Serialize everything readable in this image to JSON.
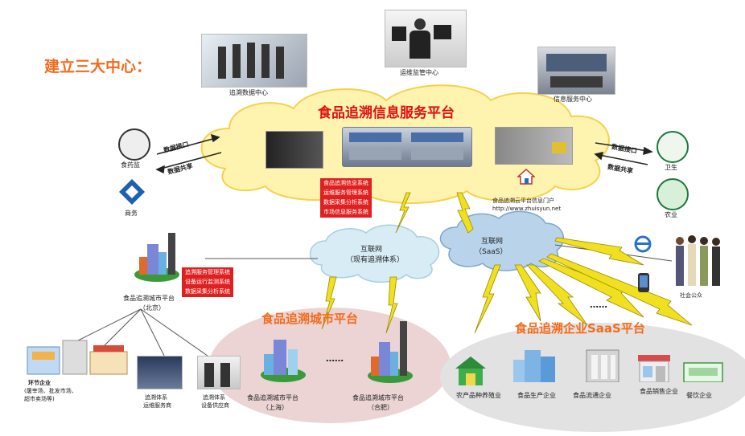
{
  "header": {
    "title": "建立三大中心："
  },
  "centers": {
    "data_center": "追溯数据中心",
    "ops_center": "运维监管中心",
    "info_center": "信息服务中心"
  },
  "platform": {
    "title": "食品追溯信息服务平台",
    "systems": [
      "食品追溯信息系统",
      "运维服务管理系统",
      "数据采集分析系统",
      "市场信息服务系统"
    ],
    "portal": "食品追溯云平台信息门户",
    "portal_url": "http://www.zhuisyun.net"
  },
  "left_side": {
    "agency_top": "食药监",
    "agency_bottom": "商务",
    "arrow_in": "数据接口",
    "arrow_out": "数据共享"
  },
  "right_side": {
    "agency_top": "卫生",
    "agency_bottom": "农业",
    "arrow_in": "数据接口",
    "arrow_out": "数据共享"
  },
  "internet_left": {
    "title": "互联网",
    "subtitle": "（现有追溯体系）"
  },
  "internet_right": {
    "title": "互联网",
    "subtitle": "（SaaS）"
  },
  "beijing": {
    "systems": [
      "追溯服务管理系统",
      "设备运行监测系统",
      "数据采集分析系统"
    ],
    "label": "食品追溯城市平台",
    "city": "（北京）"
  },
  "city_platform": {
    "title": "食品追溯城市平台",
    "shanghai_label": "食品追溯城市平台",
    "shanghai_city": "（上海）",
    "hefei_label": "食品追溯城市平台",
    "hefei_city": "（合肥）",
    "ellipsis": "……"
  },
  "saas_platform": {
    "title": "食品追溯企业SaaS平台",
    "ellipsis": "……",
    "enterprises": [
      "农产品种养殖业",
      "食品生产企业",
      "食品流通企业",
      "食品销售企业",
      "餐饮企业"
    ]
  },
  "public": {
    "label": "社会公众"
  },
  "bottom_left": {
    "env_enterprise": "环节企业",
    "env_detail_1": "(屠宰场、批发市场、",
    "env_detail_2": "超市卖场等)",
    "ops_team_1": "追溯体系",
    "ops_team_2": "运维服务商",
    "device_1": "追溯体系",
    "device_2": "设备供应商"
  },
  "colors": {
    "orange_title": "#f26b1d",
    "red_tag": "#e02020",
    "cloud_main": "#fff3b0",
    "city_ellipse": "#e9cccc",
    "saas_ellipse": "#e3e3e3",
    "lightning": "#f0e020"
  }
}
